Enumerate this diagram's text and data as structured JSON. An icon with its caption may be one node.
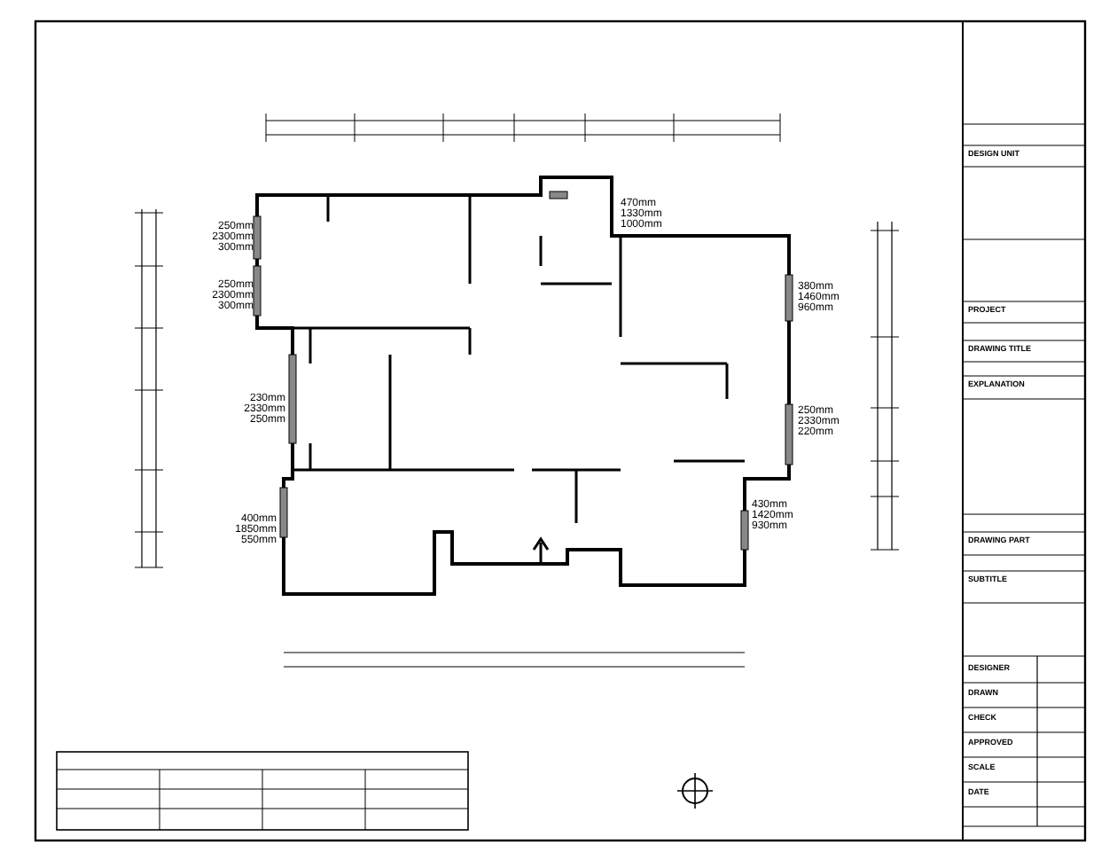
{
  "diagram": {
    "labels": [
      "250mm",
      "2300mm",
      "300mm",
      "250mm",
      "2300mm",
      "300mm",
      "230mm",
      "2330mm",
      "250mm",
      "400mm",
      "1850mm",
      "550mm",
      "470mm",
      "1330mm",
      "1000mm",
      "380mm",
      "1460mm",
      "960mm",
      "250mm",
      "2330mm",
      "220mm",
      "430mm",
      "1420mm",
      "930mm",
      "DESIGN UNIT",
      "PROJECT",
      "DRAWING TITLE",
      "EXPLANATION",
      "DRAWING PART",
      "SUBTITLE",
      "DESIGNER",
      "DRAWN",
      "CHECK",
      "APPROVED",
      "SCALE",
      "DATE"
    ]
  }
}
